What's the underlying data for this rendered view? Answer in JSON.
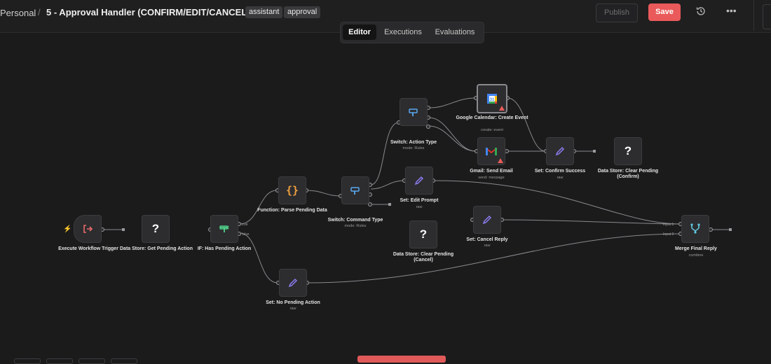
{
  "header": {
    "workspace": "Personal",
    "separator": "/",
    "workflow_title": "5 - Approval Handler (CONFIRM/EDIT/CANCEL)",
    "tags": [
      "assistant",
      "approval"
    ],
    "publish_label": "Publish",
    "save_label": "Save",
    "accent_color": "#ea5a5a"
  },
  "tabs": [
    {
      "label": "Editor",
      "active": true
    },
    {
      "label": "Executions",
      "active": false
    },
    {
      "label": "Evaluations",
      "active": false
    }
  ],
  "nodes": {
    "execute_trigger": {
      "title": "Execute Workflow Trigger",
      "sub": "",
      "icon": "sign-in-icon"
    },
    "ds_get_pending": {
      "title": "Data Store: Get Pending Action",
      "sub": "",
      "icon": "question-icon"
    },
    "if_pending": {
      "title": "IF: Has Pending Action",
      "sub": "",
      "icon": "if-branch-icon",
      "out_true": "true",
      "out_false": "false"
    },
    "fn_parse": {
      "title": "Function: Parse Pending Data",
      "sub": "",
      "icon": "braces-icon"
    },
    "switch_command": {
      "title": "Switch: Command Type",
      "sub": "mode: Rules",
      "icon": "switch-icon"
    },
    "switch_action": {
      "title": "Switch: Action Type",
      "sub": "mode: Rules",
      "icon": "switch-icon"
    },
    "gcal_create": {
      "title": "Google Calendar: Create Event",
      "sub": "create: event",
      "icon": "google-calendar-icon"
    },
    "gmail_send": {
      "title": "Gmail: Send Email",
      "sub": "send: message",
      "icon": "gmail-icon"
    },
    "set_confirm": {
      "title": "Set: Confirm Success",
      "sub": "raw",
      "icon": "pencil-icon"
    },
    "ds_clear_confirm": {
      "title": "Data Store: Clear Pending (Confirm)",
      "sub": "",
      "icon": "question-icon"
    },
    "set_edit": {
      "title": "Set: Edit Prompt",
      "sub": "raw",
      "icon": "pencil-icon"
    },
    "ds_clear_cancel": {
      "title": "Data Store: Clear Pending (Cancel)",
      "sub": "",
      "icon": "question-icon"
    },
    "set_cancel": {
      "title": "Set: Cancel Reply",
      "sub": "raw",
      "icon": "pencil-icon"
    },
    "set_no_pending": {
      "title": "Set: No Pending Action",
      "sub": "raw",
      "icon": "pencil-icon"
    },
    "merge_final": {
      "title": "Merge Final Reply",
      "sub": "combine",
      "icon": "merge-icon",
      "in1": "Input 1",
      "in2": "Input 2"
    }
  }
}
